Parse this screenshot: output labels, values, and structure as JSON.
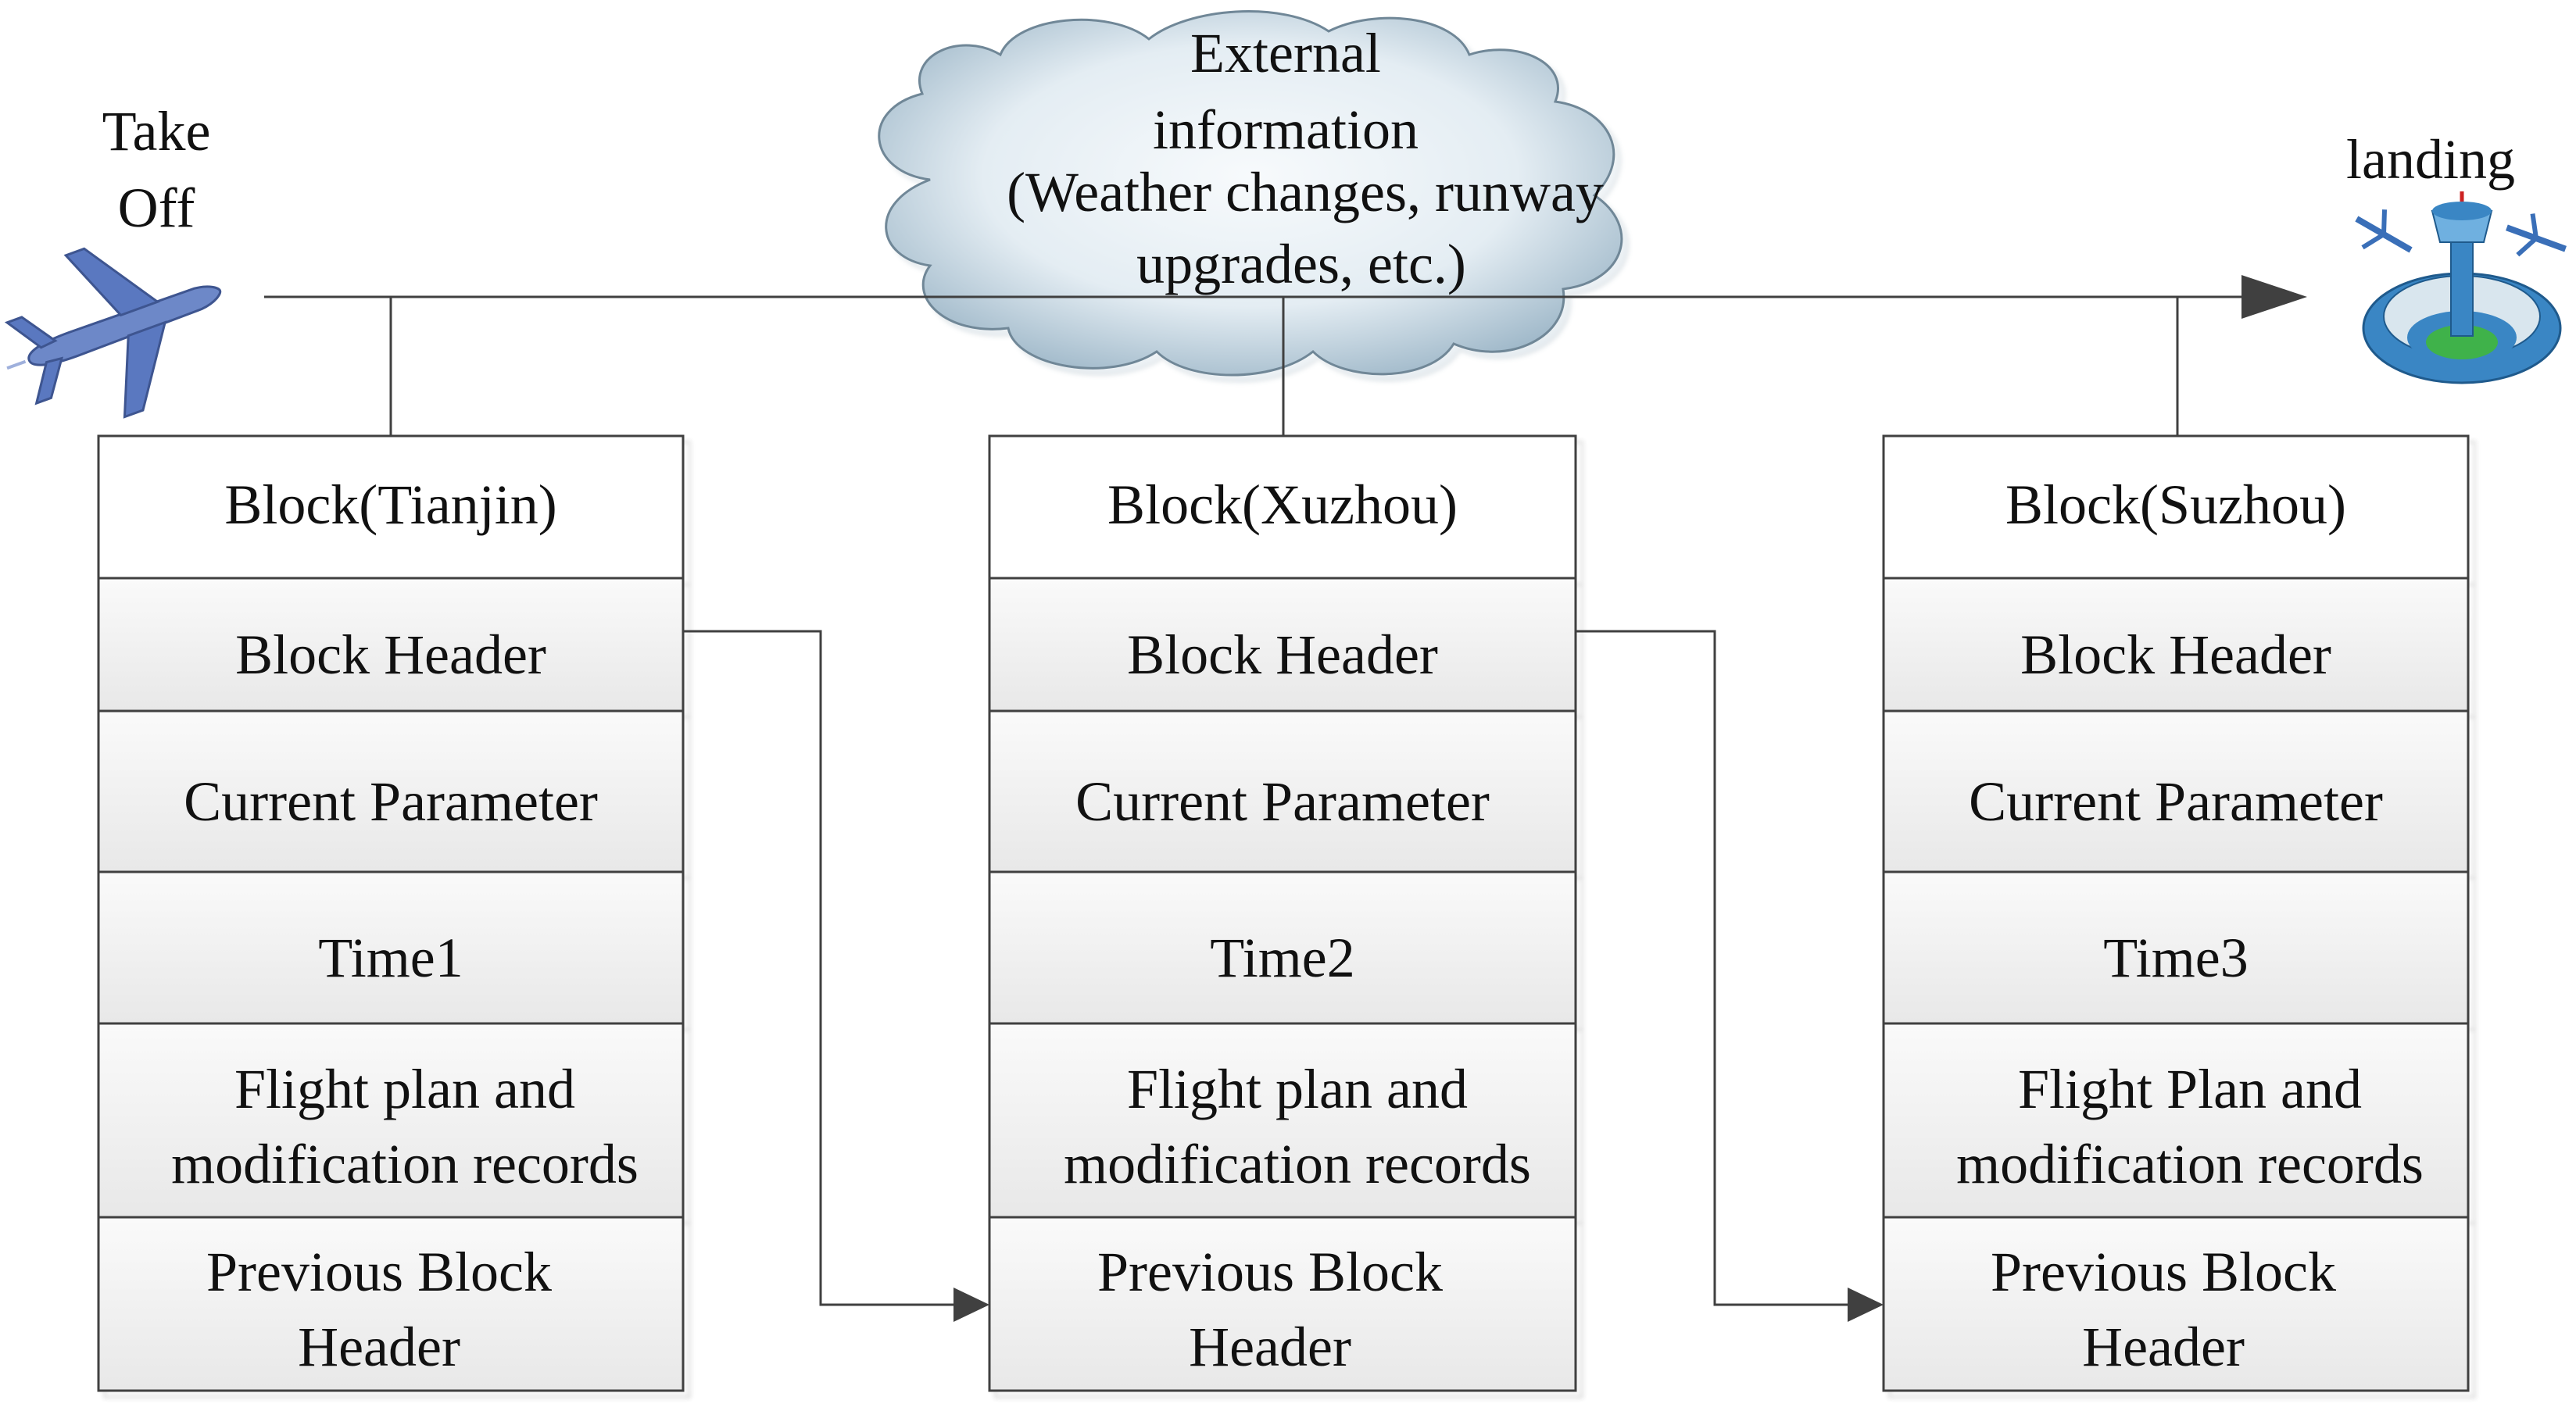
{
  "start_label": [
    "Take",
    "Off"
  ],
  "end_label": "landing",
  "cloud_lines": [
    "External",
    "information",
    "(Weather changes, runway",
    "upgrades, etc.)"
  ],
  "blocks": [
    {
      "title": "Block(Tianjin)",
      "header": "Block Header",
      "param": "Current Parameter",
      "time": "Time1",
      "plan": [
        "Flight plan and",
        "modification records"
      ],
      "prev": [
        "Previous Block",
        "Header"
      ]
    },
    {
      "title": "Block(Xuzhou)",
      "header": "Block Header",
      "param": "Current Parameter",
      "time": "Time2",
      "plan": [
        "Flight plan and",
        "modification records"
      ],
      "prev": [
        "Previous Block",
        "Header"
      ]
    },
    {
      "title": "Block(Suzhou)",
      "header": "Block Header",
      "param": "Current Parameter",
      "time": "Time3",
      "plan": [
        "Flight Plan and",
        "modification records"
      ],
      "prev": [
        "Previous Block",
        "Header"
      ]
    }
  ],
  "colors": {
    "line": "#404040",
    "cell_fill_light": "#fafafa",
    "cell_fill_dark": "#e6e6e6",
    "cloud_light": "#f4f8fb",
    "cloud_dark": "#a9c0cf",
    "plane": "#5a78c0",
    "tower": "#2f7fb8"
  }
}
